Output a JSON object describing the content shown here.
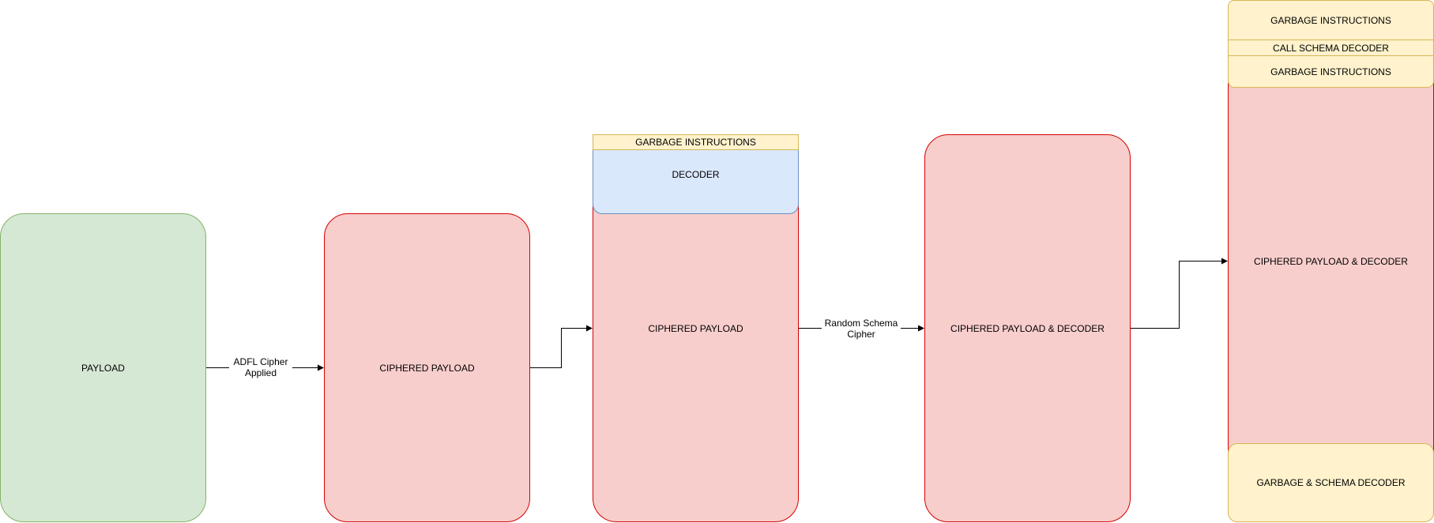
{
  "nodes": {
    "payload": "PAYLOAD",
    "ciphered_payload_1": "CIPHERED PAYLOAD",
    "ciphered_payload_2": "CIPHERED PAYLOAD",
    "garbage_top_1": "GARBAGE INSTRUCTIONS",
    "decoder": "DECODER",
    "ciphered_payload_decoder_1": "CIPHERED PAYLOAD & DECODER",
    "ciphered_payload_decoder_2": "CIPHERED PAYLOAD & DECODER",
    "garbage_top_2": "GARBAGE INSTRUCTIONS",
    "call_schema_decoder": "CALL SCHEMA DECODER",
    "garbage_top_3": "GARBAGE INSTRUCTIONS",
    "garbage_schema_decoder": "GARBAGE & SCHEMA DECODER"
  },
  "edges": {
    "adfl_label": "ADFL Cipher\nApplied",
    "random_label": "Random Schema\nCipher"
  },
  "colors": {
    "green_fill": "#d5e8d4",
    "red_fill": "#f8cecc",
    "yellow_fill": "#fff2cc",
    "blue_fill": "#dae8fc"
  }
}
